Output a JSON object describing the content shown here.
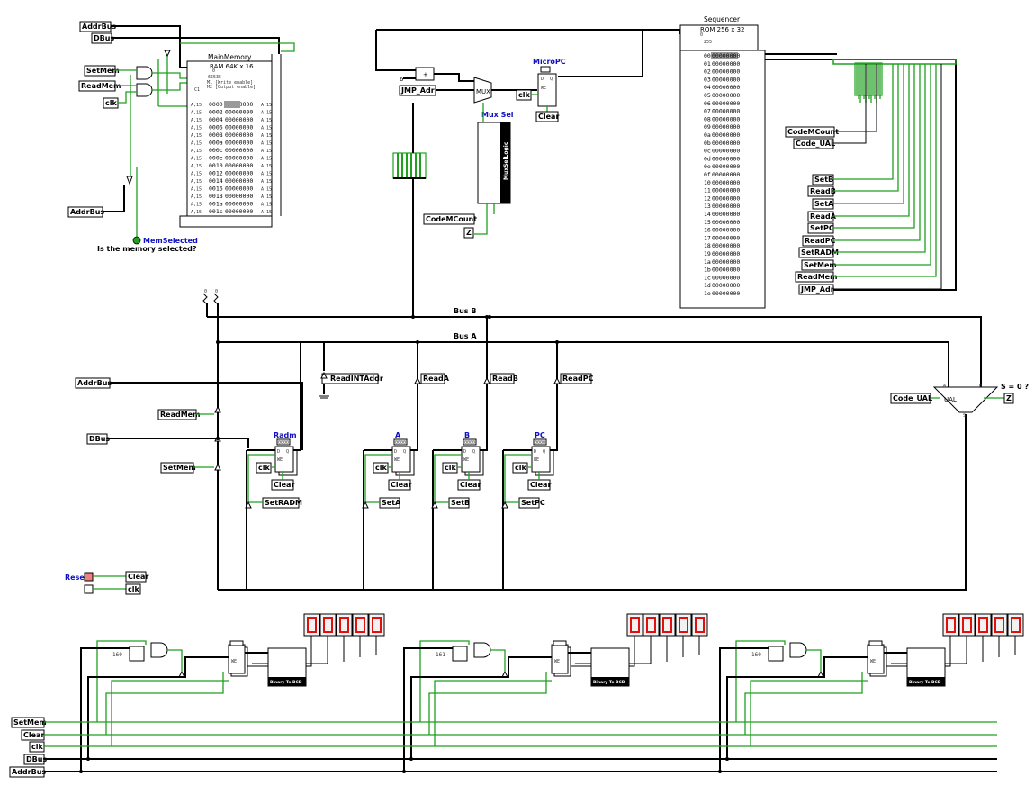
{
  "labels": {
    "addrbus": "AddrBus",
    "dbus": "DBus",
    "setmem": "SetMem",
    "readmem": "ReadMem",
    "clk": "clk",
    "clear": "Clear",
    "reset": "Reset",
    "jmp_adr": "JMP_Adr",
    "codemcount": "CodeMCount",
    "code_ual": "Code_UAL",
    "setb": "SetB",
    "readb": "ReadB",
    "seta": "SetA",
    "reada": "ReadA",
    "setpc": "SetPC",
    "readpc": "ReadPC",
    "setradm": "SetRADM",
    "readintaddr": "ReadINTAddr",
    "mux": "MUX"
  },
  "components": {
    "mainmemory_title": "MainMemory",
    "mainmemory_desc": "RAM 64K x 16",
    "mainmemory_lines": [
      "0",
      "65535",
      "M1 [Write enable]",
      "M2 [Output enable]",
      "C1"
    ],
    "sequencer_title": "Sequencer",
    "sequencer_desc": "ROM 256 x 32",
    "sequencer_range": [
      "0",
      "255"
    ],
    "micropc_title": "MicroPC",
    "muxsel_title": "Mux Sel",
    "muxsel_body": "MuxSelLogic",
    "radm_title": "Radm",
    "a_title": "A",
    "b_title": "B",
    "pc_title": "PC",
    "ual": "UAL",
    "mem_selected": "MemSelected",
    "mem_question": "Is the memory selected?",
    "bus_b": "Bus B",
    "bus_a": "Bus A",
    "s_zero": "S = 0 ?",
    "bin2bcd": "Binary To BCD",
    "z_out": "Z",
    "reg_value": "0000"
  },
  "memory_rows": [
    "0000",
    "0002",
    "0004",
    "0006",
    "0008",
    "000a",
    "000c",
    "000e",
    "0010",
    "0012",
    "0014",
    "0016",
    "0018",
    "001a",
    "001c"
  ],
  "sequencer_rows": [
    "00",
    "01",
    "02",
    "03",
    "04",
    "05",
    "06",
    "07",
    "08",
    "09",
    "0a",
    "0b",
    "0c",
    "0d",
    "0e",
    "0f",
    "10",
    "11",
    "12",
    "13",
    "14",
    "15",
    "16",
    "17",
    "18",
    "19",
    "1a",
    "1b",
    "1c",
    "1d",
    "1e"
  ],
  "displays": [
    {
      "digits": [
        "0",
        "0",
        "0",
        "0",
        "0"
      ],
      "constant": "160"
    },
    {
      "digits": [
        "0",
        "0",
        "0",
        "0",
        "0"
      ],
      "constant": "161"
    },
    {
      "digits": [
        "0",
        "0",
        "0",
        "0",
        "0"
      ],
      "constant": "160"
    }
  ],
  "colors": {
    "wire": "#000000",
    "active_wire": "#1fa01f",
    "seg_on": "#e01010",
    "title_blue": "#1010c0"
  }
}
